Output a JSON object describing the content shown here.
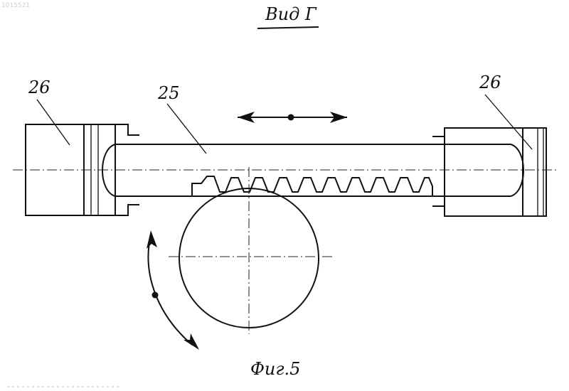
{
  "view_title": "Вид Г",
  "figure_caption": "Фиг.5",
  "corner_mark": "1015521",
  "labels": {
    "rack": "25",
    "end_left": "26",
    "end_right": "26"
  }
}
